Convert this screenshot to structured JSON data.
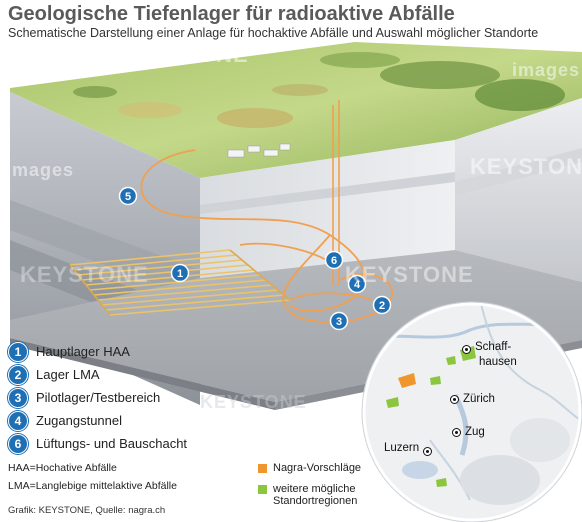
{
  "header": {
    "title": "Geologische Tiefenlager für radioaktive Abfälle",
    "subtitle": "Schematische Darstellung einer Anlage für hochaktive Abfälle und Auswahl möglicher Standorte"
  },
  "legend": {
    "items": [
      {
        "num": "1",
        "label": "Hauptlager HAA"
      },
      {
        "num": "2",
        "label": "Lager LMA"
      },
      {
        "num": "3",
        "label": "Pilotlager/Testbereich"
      },
      {
        "num": "4",
        "label": "Zugangstunnel"
      },
      {
        "num": "6",
        "label": "Lüftungs- und Bauschacht"
      }
    ]
  },
  "diagram_markers": [
    "1",
    "2",
    "3",
    "4",
    "5",
    "6"
  ],
  "abbreviations": {
    "haa": "HAA=Hochative Abfälle",
    "lma": "LMA=Langlebige mittelaktive Abfälle"
  },
  "credit": "Grafik: KEYSTONE, Quelle: nagra.ch",
  "map": {
    "cities": {
      "schaffhausen_1": "Schaff-",
      "schaffhausen_2": "hausen",
      "zurich": "Zürich",
      "zug": "Zug",
      "luzern": "Luzern"
    },
    "legend": {
      "nagra": "Nagra-Vorschläge",
      "other_1": "weitere mögliche",
      "other_2": "Standortregionen"
    }
  },
  "colors": {
    "nagra": "#f0962e",
    "other": "#8cc63f",
    "marker_blue": "#1f6fb5",
    "tunnel": "#f0a050"
  },
  "watermark": {
    "brand": "KEYSTONE",
    "images": "images"
  }
}
